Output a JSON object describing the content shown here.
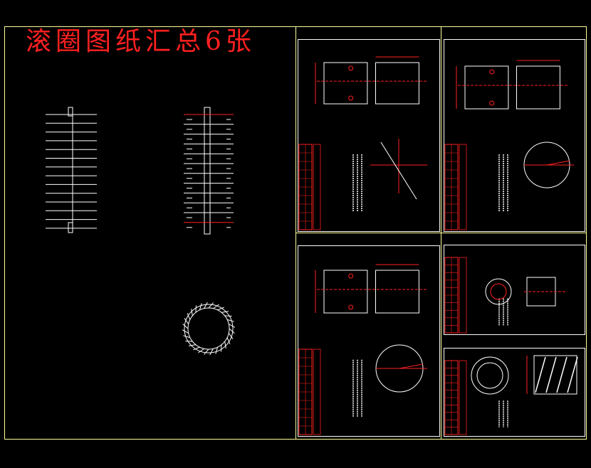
{
  "drawing": {
    "title": "滚圈图纸汇总6张",
    "colors": {
      "background": "#000000",
      "frame": "#ffff99",
      "sheet_border": "#ffffff",
      "annotation": "#ff2020",
      "title": "#ff2020"
    },
    "sheets": [
      {
        "name": "sheet-1"
      },
      {
        "name": "sheet-2"
      },
      {
        "name": "sheet-3"
      },
      {
        "name": "sheet-4"
      },
      {
        "name": "sheet-5"
      },
      {
        "name": "sheet-6"
      }
    ]
  }
}
